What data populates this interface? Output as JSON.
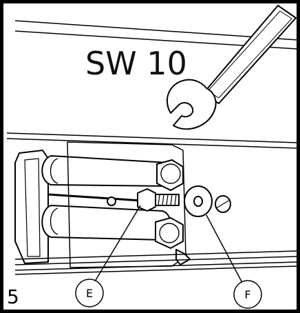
{
  "tool_label": "SW 10",
  "step_number": "5",
  "callouts": [
    {
      "id": "E",
      "label": "E"
    },
    {
      "id": "F",
      "label": "F"
    }
  ]
}
